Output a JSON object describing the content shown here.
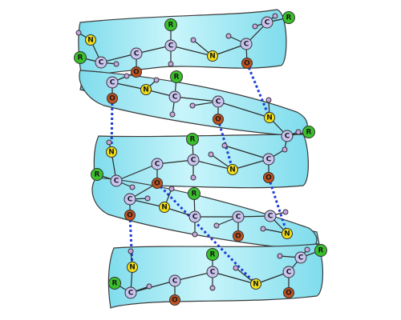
{
  "labels": {
    "r_group": "R",
    "nitrogen": "N",
    "carbon": "C",
    "oxygen": "O"
  },
  "colors": {
    "ribbon": "#8fe3f0",
    "ribbon_highlight": "#c9f5fb",
    "r_group": "#39c02a",
    "nitrogen": "#f2e014",
    "carbon": "#c9c3f0",
    "oxygen": "#c0521f",
    "hydrogen": "#c9a6e0",
    "hydrogen_bond": "#1f3fd6"
  }
}
